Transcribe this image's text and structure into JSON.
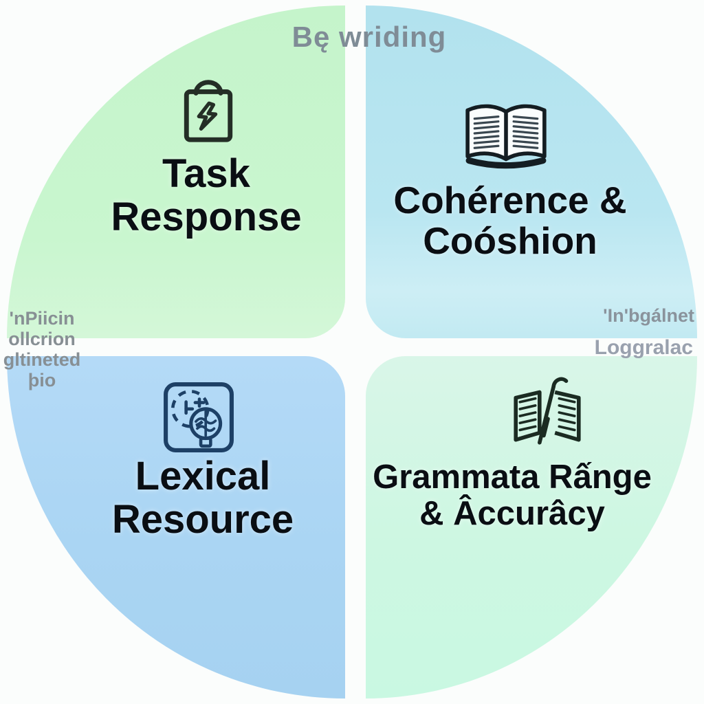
{
  "header": {
    "title": "Bę wriding"
  },
  "quadrants": {
    "task_response": {
      "line1": "Task",
      "line2": "Response",
      "icon": "clipboard-lightning-icon",
      "color": "#c9f6cf"
    },
    "coherence_cohesion": {
      "line1": "Cohérence &",
      "line2": "Coóshion",
      "icon": "open-book-icon",
      "color": "#b9e6f1"
    },
    "lexical_resource": {
      "line1": "Lexical",
      "line2": "Resource",
      "icon": "lightbulb-brain-icon",
      "color": "#aad5f3"
    },
    "grammatical_range": {
      "line1": "Grammata Rấnge",
      "line2": "& Âccurâcy",
      "icon": "pen-paper-icon",
      "color": "#cdf7e2"
    }
  },
  "side_text": {
    "left_lines": [
      "'nPiicin",
      "ollcrion",
      "gltineted",
      "þio"
    ],
    "right_line1": "'In'bgálnet",
    "right_line2": "Loggralac"
  },
  "colors": {
    "background": "#fbfdfc",
    "headline_text": "#0a0e13",
    "muted_text": "#878f94",
    "task_icon_stroke": "#242e26",
    "book_icon_stroke": "#141d22",
    "bulb_icon_stroke": "#1d4066",
    "pen_icon_stroke": "#1b2b22"
  }
}
